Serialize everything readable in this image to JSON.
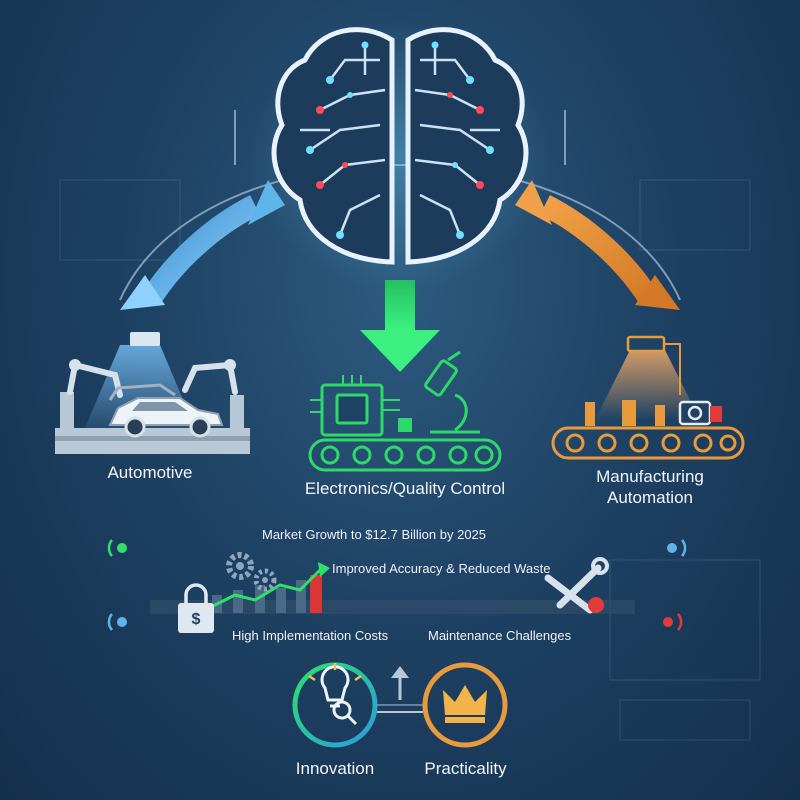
{
  "sectors": {
    "left": "Automotive",
    "center": "Electronics/Quality Control",
    "right_line1": "Manufacturing",
    "right_line2": "Automation"
  },
  "timeline": {
    "top_bar_label": "Market Growth to $12.7 Billion by 2025",
    "benefit_label": "Improved Accuracy & Reduced Waste",
    "bottom_left_label": "High Implementation Costs",
    "bottom_right_label": "Maintenance Challenges"
  },
  "balance": {
    "left": "Innovation",
    "right": "Practicality"
  },
  "colors": {
    "blue_accent": "#5fb4ea",
    "green_accent": "#2fd86a",
    "orange_accent": "#e89a3c",
    "red_accent": "#e33b3b",
    "background": "#1e4264"
  },
  "icons": [
    "brain-circuit-icon",
    "robot-arm-icon",
    "car-icon",
    "microchip-icon",
    "microscope-icon",
    "conveyor-belt-icon",
    "camera-icon",
    "gear-icon",
    "lock-dollar-icon",
    "wrench-icon",
    "lightbulb-magnifier-icon",
    "crown-icon"
  ]
}
